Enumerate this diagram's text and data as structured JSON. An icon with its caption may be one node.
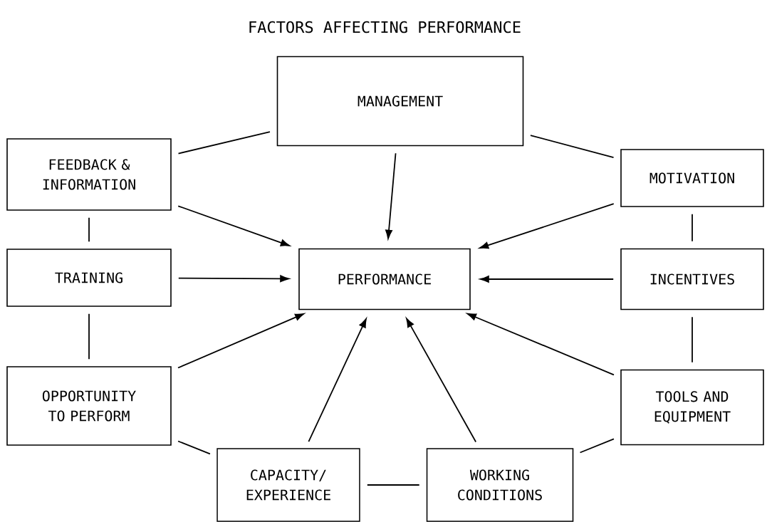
{
  "diagram": {
    "title": "FACTORS AFFECTING PERFORMANCE",
    "nodes": [
      {
        "text": [
          "MANAGEMENT"
        ]
      },
      {
        "text": [
          "FEEDBACK & INFORMATION"
        ]
      },
      {
        "text": [
          "MOTIVATION"
        ]
      },
      {
        "text": [
          "TRAINING"
        ]
      },
      {
        "text": [
          "PERFORMANCE"
        ]
      },
      {
        "text": [
          "INCENTIVES"
        ]
      },
      {
        "text": [
          "OPPORTUNITY TO PERFORM"
        ]
      },
      {
        "text": [
          "TOOLS AND EQUIPMENT"
        ]
      },
      {
        "text": [
          "CAPACITY/ EXPERIENCE"
        ]
      },
      {
        "text": [
          "WORKING CONDITIONS"
        ]
      }
    ],
    "edges": [
      {
        "from": 0,
        "to": 1,
        "arrow": "none"
      },
      {
        "from": 0,
        "to": 2,
        "arrow": "none"
      },
      {
        "from": 0,
        "to": 4,
        "arrow": "to"
      },
      {
        "from": 1,
        "to": 4,
        "arrow": "to"
      },
      {
        "from": 2,
        "to": 4,
        "arrow": "to"
      },
      {
        "from": 3,
        "to": 4,
        "arrow": "to"
      },
      {
        "from": 5,
        "to": 4,
        "arrow": "to"
      },
      {
        "from": 6,
        "to": 4,
        "arrow": "to"
      },
      {
        "from": 8,
        "to": 4,
        "arrow": "to"
      },
      {
        "from": 9,
        "to": 4,
        "arrow": "to"
      },
      {
        "from": 7,
        "to": 4,
        "arrow": "to"
      },
      {
        "from": 1,
        "to": 3,
        "arrow": "none"
      },
      {
        "from": 3,
        "to": 6,
        "arrow": "none"
      },
      {
        "from": 6,
        "to": 8,
        "arrow": "none"
      },
      {
        "from": 8,
        "to": 9,
        "arrow": "none"
      },
      {
        "from": 9,
        "to": 7,
        "arrow": "none"
      },
      {
        "from": 2,
        "to": 5,
        "arrow": "none"
      },
      {
        "from": 5,
        "to": 7,
        "arrow": "none"
      }
    ]
  }
}
